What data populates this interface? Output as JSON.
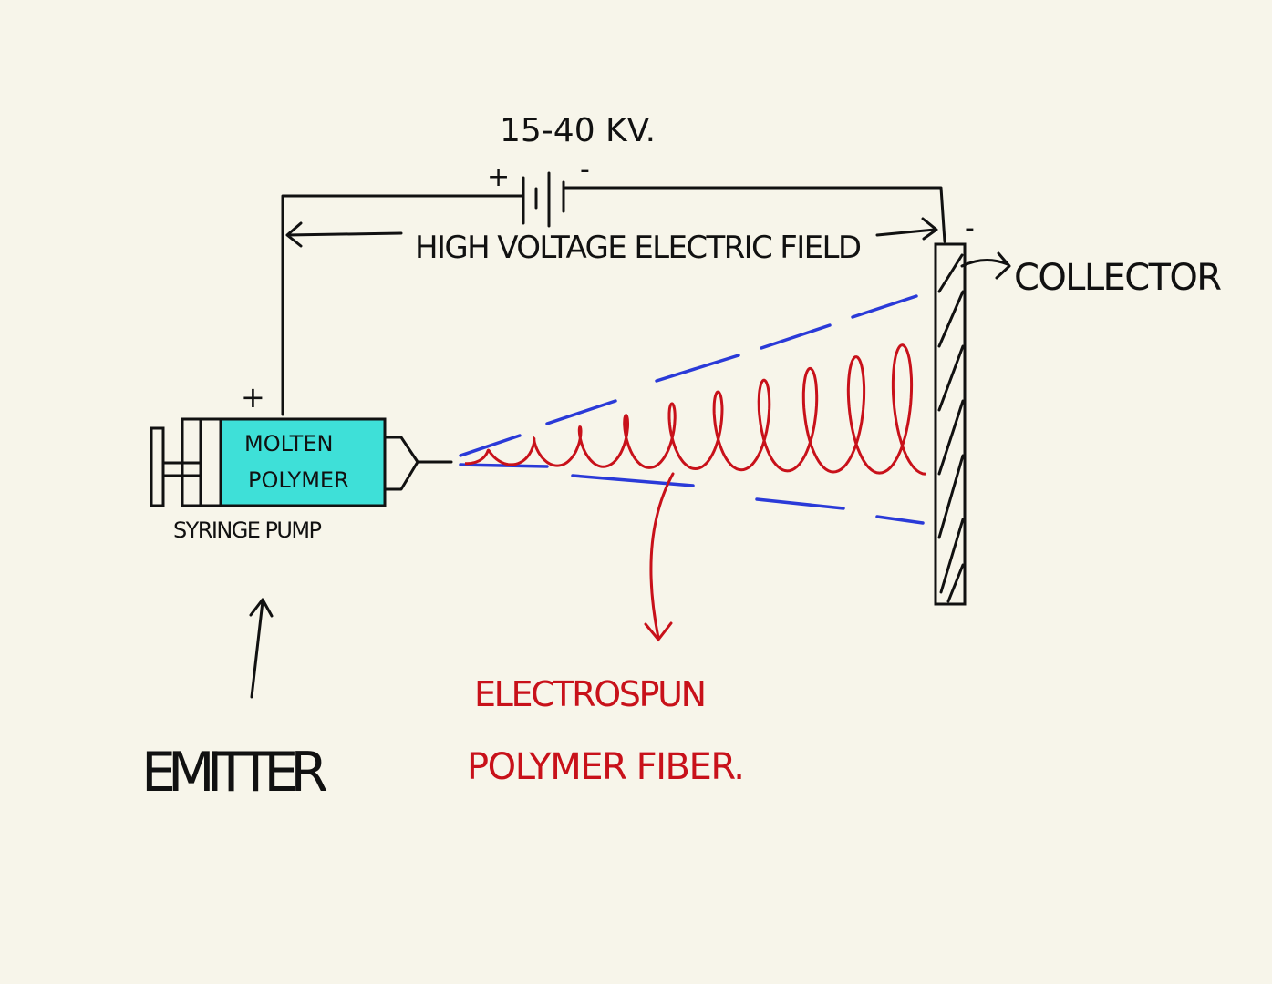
{
  "voltage": "15-40 KV.",
  "battery": {
    "plus": "+",
    "minus": "-"
  },
  "field_label": "HIGH VOLTAGE ELECTRIC FIELD",
  "collector": {
    "label": "COLLECTOR",
    "sign": "-"
  },
  "syringe": {
    "line1": "MOLTEN",
    "line2": "POLYMER",
    "label": "SYRINGE PUMP",
    "sign": "+"
  },
  "emitter": "EMITTER",
  "fiber": {
    "line1": "ELECTROSPUN",
    "line2": "POLYMER FIBER."
  },
  "colors": {
    "background": "#f7f5ea",
    "polymer": "#3ee0d8",
    "fiber": "#c8111a",
    "field": "#2a3ad8",
    "ink": "#111111"
  },
  "spiral_loops": 10
}
